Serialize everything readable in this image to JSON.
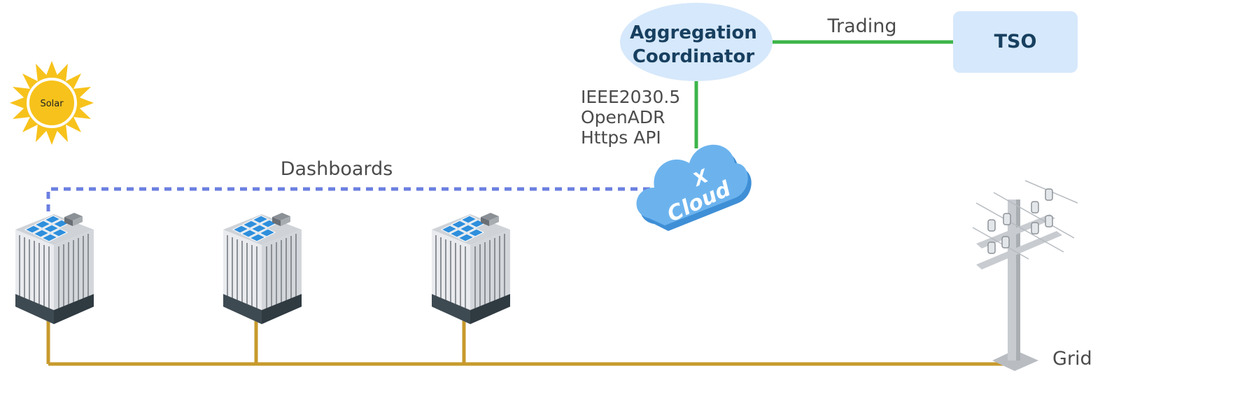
{
  "sun": {
    "label": "Solar",
    "icon": "sun-icon"
  },
  "aggregator": {
    "line1": "Aggregation",
    "line2": "Coordinator"
  },
  "tso": {
    "label": "TSO"
  },
  "trading": {
    "label": "Trading"
  },
  "protocols": {
    "line1": "IEEE2030.5",
    "line2": "OpenADR",
    "line3": "Https API"
  },
  "cloud": {
    "line1": "X",
    "line2": "Cloud",
    "icon": "cloud-icon"
  },
  "dashboards": {
    "label": "Dashboards"
  },
  "grid": {
    "label": "Grid",
    "icon": "utility-pole-icon"
  },
  "buildings": [
    {
      "icon": "solar-building-icon"
    },
    {
      "icon": "solar-building-icon"
    },
    {
      "icon": "solar-building-icon"
    }
  ],
  "colors": {
    "trading_line": "#3cb54a",
    "protocol_line": "#3cb54a",
    "dashboards_line": "#6b7fe0",
    "grid_line": "#c79a2c",
    "aggregator_fill": "#d6e8fb",
    "tso_fill": "#d6e8fb",
    "sun": "#f7c21b",
    "cloud": "#5aa6e6"
  }
}
